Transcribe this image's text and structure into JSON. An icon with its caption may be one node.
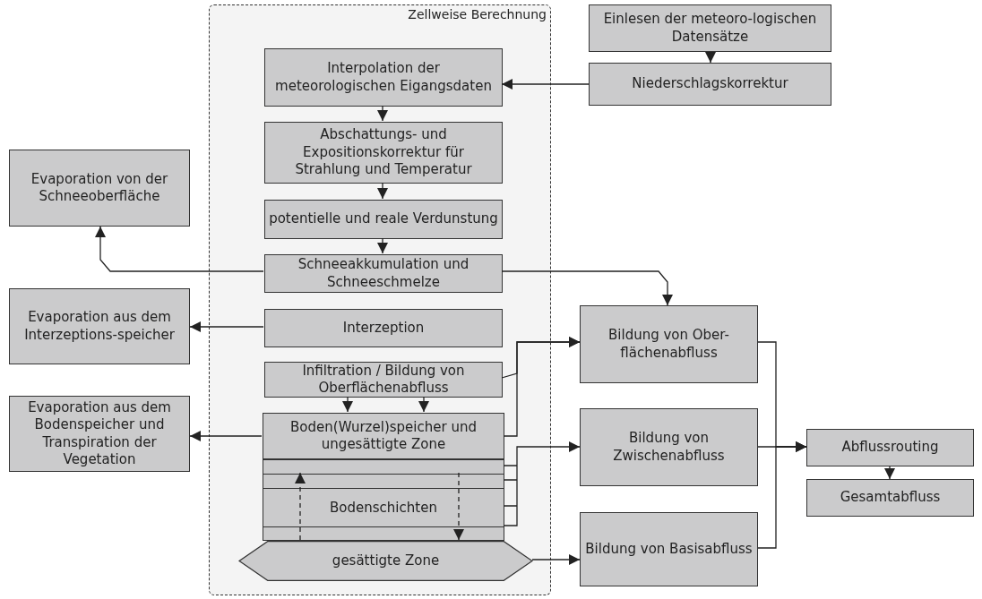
{
  "diagram": {
    "nodes": [
      {
        "text": [
          "Zellweise Berechnung"
        ]
      },
      {
        "text": [
          "Interpolation der meteorologischen Eigangsdaten"
        ],
        "in": 0
      },
      {
        "text": [
          "Abschattungs- und Expositionskorrektur für Strahlung und Temperatur"
        ],
        "in": 0
      },
      {
        "text": [
          "potentielle und reale Verdunstung"
        ],
        "in": 0
      },
      {
        "text": [
          "Schneeakkumulation und Schneeschmelze"
        ],
        "in": 0
      },
      {
        "text": [
          "Interzeption"
        ],
        "in": 0
      },
      {
        "text": [
          "Infiltration / Bildung von Oberflächenabfluss"
        ],
        "in": 0
      },
      {
        "text": [
          "Boden(Wurzel)speicher und ungesättigte Zone"
        ],
        "in": 0
      },
      {
        "text": [
          "Bodenschichten"
        ],
        "in": 0
      },
      {
        "text": [
          "gesättigte Zone"
        ],
        "in": 0
      },
      {
        "text": [
          "Einlesen der meteoro-logischen Datensätze"
        ]
      },
      {
        "text": [
          "Niederschlagskorrektur"
        ]
      },
      {
        "text": [
          "Evaporation von der Schneeoberfläche"
        ]
      },
      {
        "text": [
          "Evaporation aus dem Interzeptions-speicher"
        ]
      },
      {
        "text": [
          "Evaporation aus dem Bodenspeicher und Transpiration der Vegetation"
        ]
      },
      {
        "text": [
          "Bildung von Ober-flächenabfluss"
        ]
      },
      {
        "text": [
          "Bildung von Zwischenabfluss"
        ]
      },
      {
        "text": [
          "Bildung von Basisabfluss"
        ]
      },
      {
        "text": [
          "Abflussrouting"
        ]
      },
      {
        "text": [
          "Gesamtabfluss"
        ]
      }
    ],
    "edges": [
      {
        "from": 10,
        "to": 11,
        "arrow": "to"
      },
      {
        "from": 11,
        "to": 1,
        "arrow": "to"
      },
      {
        "from": 1,
        "to": 2,
        "arrow": "to"
      },
      {
        "from": 2,
        "to": 3,
        "arrow": "to"
      },
      {
        "from": 3,
        "to": 4,
        "arrow": "to"
      },
      {
        "from": 4,
        "to": 12,
        "arrow": "to"
      },
      {
        "from": 4,
        "to": 15,
        "arrow": "to"
      },
      {
        "from": 5,
        "to": 13,
        "arrow": "to"
      },
      {
        "from": 6,
        "to": 7,
        "arrow": "to"
      },
      {
        "from": 6,
        "to": 7,
        "arrow": "to"
      },
      {
        "from": 6,
        "to": 15,
        "arrow": "to"
      },
      {
        "from": 7,
        "to": 15,
        "arrow": "to"
      },
      {
        "from": 7,
        "to": 14,
        "arrow": "to"
      },
      {
        "from": 8,
        "to": 16,
        "arrow": "to"
      },
      {
        "from": 9,
        "to": 8,
        "arrow": "to",
        "style": "dashed"
      },
      {
        "from": 8,
        "to": 9,
        "arrow": "to",
        "style": "dashed"
      },
      {
        "from": 9,
        "to": 17,
        "arrow": "to"
      },
      {
        "from": 15,
        "to": 18,
        "arrow": "to"
      },
      {
        "from": 16,
        "to": 18,
        "arrow": "to"
      },
      {
        "from": 17,
        "to": 18,
        "arrow": "to"
      },
      {
        "from": 18,
        "to": 19,
        "arrow": "to"
      }
    ]
  }
}
